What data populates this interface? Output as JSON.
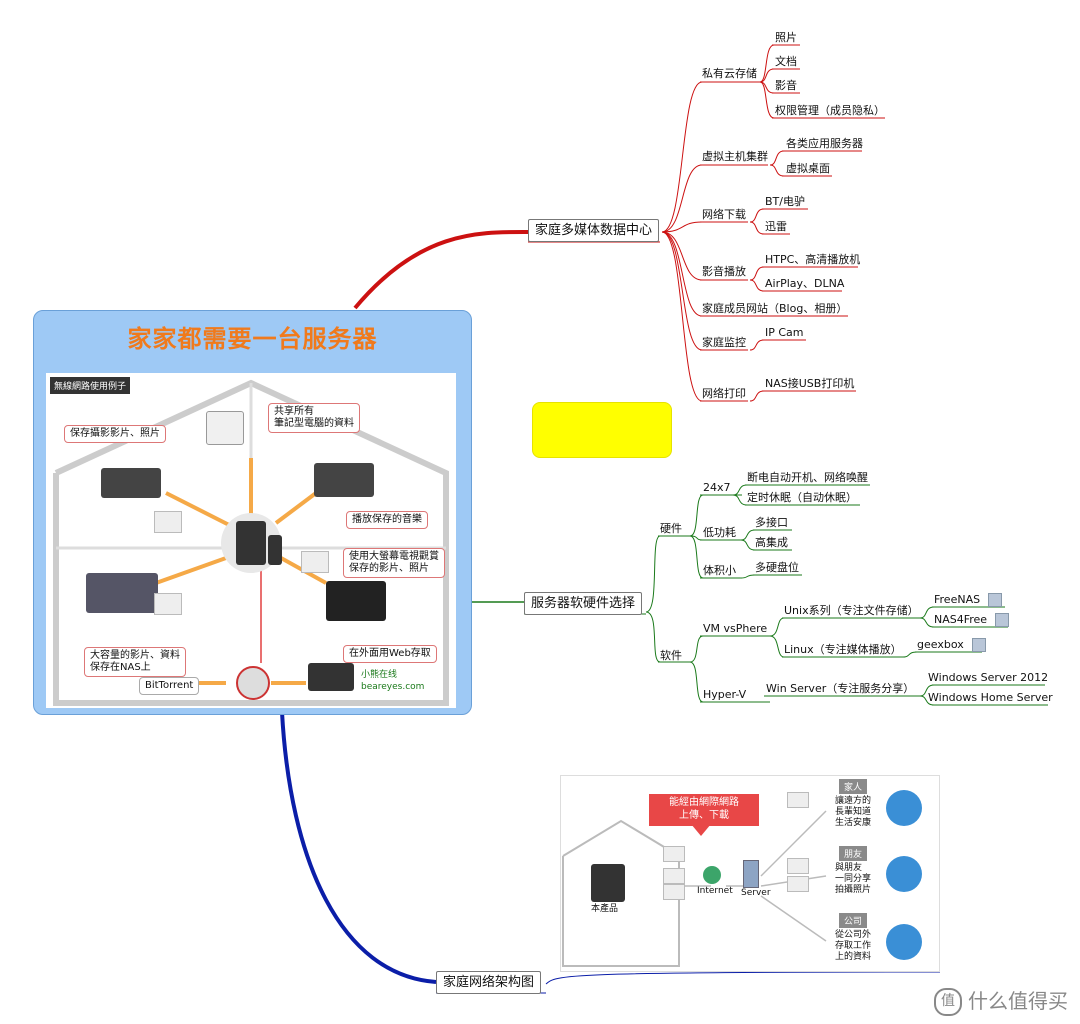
{
  "central": {
    "title": "家家都需要一台服务器",
    "inner_tag": "無線網路使用例子",
    "callouts": {
      "save_video": "保存攝影影片、照片",
      "share_files": "共享所有\n筆記型電腦的資料",
      "play_music": "播放保存的音樂",
      "tv_watch": "使用大螢幕電視觀賞\n保存的影片、照片",
      "nas_store": "大容量的影片、資料\n保存在NAS上",
      "web_access": "在外面用Web存取",
      "bittorrent": "BitTorrent",
      "watermark": "小熊在线\nbeareyes.com"
    }
  },
  "branches": {
    "media_center": {
      "label": "家庭多媒体数据中心",
      "children": [
        {
          "label": "私有云存储",
          "items": [
            "照片",
            "文档",
            "影音",
            "权限管理（成员隐私）"
          ]
        },
        {
          "label": "虚拟主机集群",
          "items": [
            "各类应用服务器",
            "虚拟桌面"
          ]
        },
        {
          "label": "网络下载",
          "items": [
            "BT/电驴",
            "迅雷"
          ]
        },
        {
          "label": "影音播放",
          "items": [
            "HTPC、高清播放机",
            "AirPlay、DLNA"
          ]
        },
        {
          "label": "家庭成员网站（Blog、相册）",
          "items": []
        },
        {
          "label": "家庭监控",
          "items": [
            "IP Cam"
          ]
        },
        {
          "label": "网络打印",
          "items": [
            "NAS接USB打印机"
          ]
        }
      ]
    },
    "hw_sw": {
      "label": "服务器软硬件选择",
      "hardware": {
        "label": "硬件",
        "children": [
          {
            "label": "24x7",
            "items": [
              "断电自动开机、网络唤醒",
              "定时休眠（自动休眠）"
            ]
          },
          {
            "label": "低功耗",
            "items": [
              "多接口",
              "高集成"
            ]
          },
          {
            "label": "体积小",
            "items": [
              "多硬盘位"
            ]
          }
        ]
      },
      "software": {
        "label": "软件",
        "vm": {
          "label": "VM vsPhere",
          "unix": {
            "label": "Unix系列（专注文件存储）",
            "items": [
              "FreeNAS",
              "NAS4Free"
            ]
          },
          "linux": {
            "label": "Linux（专注媒体播放）",
            "items": [
              "geexbox"
            ]
          }
        },
        "hyperv": {
          "label": "Hyper-V",
          "win": {
            "label": "Win Server（专注服务分享）",
            "items": [
              "Windows Server 2012",
              "Windows Home Server"
            ]
          }
        }
      }
    },
    "network": {
      "label": "家庭网络架构图",
      "diagram": {
        "banner": "能經由網際網路\n上傳、下載",
        "product": "本產品",
        "internet": "Internet",
        "server": "Server",
        "groups": [
          {
            "badge": "家人",
            "text": "讓遠方的\n長輩知道\n生活安康"
          },
          {
            "badge": "朋友",
            "text": "與朋友\n一同分享\n拍攝照片"
          },
          {
            "badge": "公司",
            "text": "從公司外\n存取工作\n上的資料"
          }
        ]
      }
    }
  },
  "watermark": "什么值得买",
  "colors": {
    "red_branch": "#cc1111",
    "green_branch": "#1b7a1b",
    "blue_branch": "#0b1ea8",
    "sticky": "#ffff00"
  }
}
